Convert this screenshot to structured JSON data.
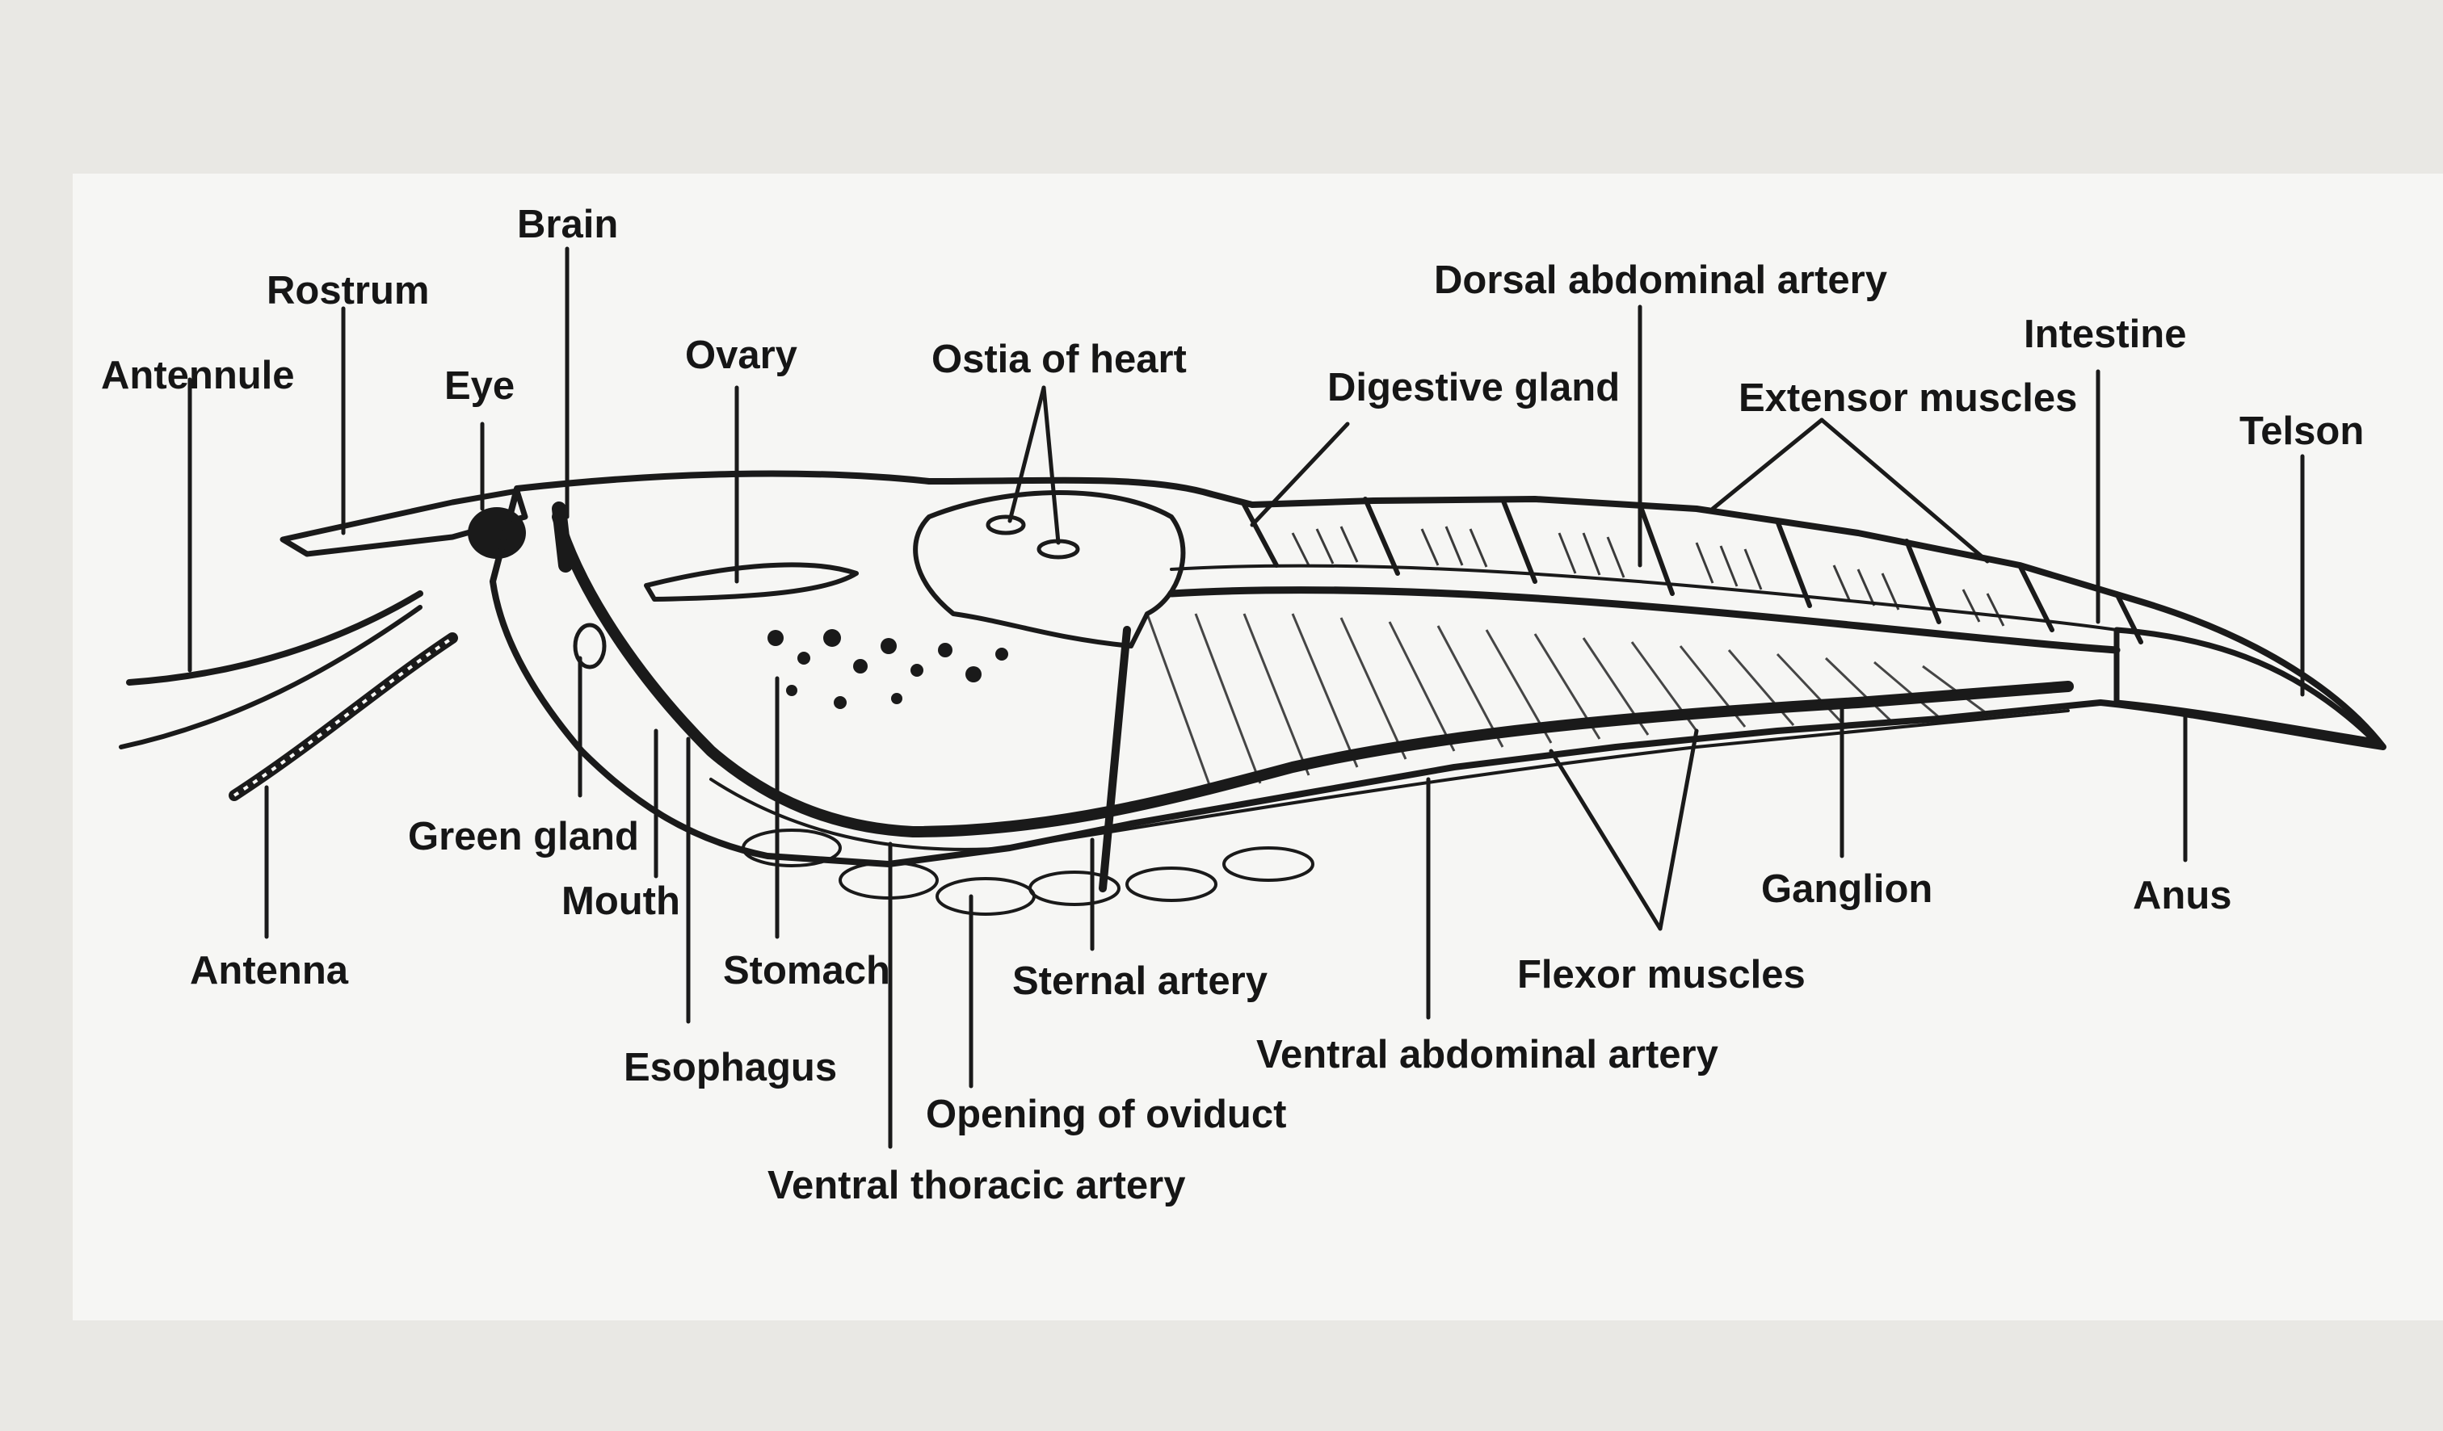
{
  "diagram": {
    "labels": {
      "antennule": "Antennule",
      "rostrum": "Rostrum",
      "brain": "Brain",
      "eye": "Eye",
      "ovary": "Ovary",
      "ostia_of_heart": "Ostia of heart",
      "digestive_gland": "Digestive gland",
      "dorsal_abdominal_artery": "Dorsal abdominal artery",
      "intestine": "Intestine",
      "extensor_muscles": "Extensor muscles",
      "telson": "Telson",
      "green_gland": "Green gland",
      "mouth": "Mouth",
      "antenna": "Antenna",
      "stomach": "Stomach",
      "sternal_artery": "Sternal artery",
      "esophagus": "Esophagus",
      "opening_of_oviduct": "Opening of oviduct",
      "ventral_thoracic_artery": "Ventral thoracic artery",
      "ventral_abdominal_artery": "Ventral abdominal artery",
      "flexor_muscles": "Flexor muscles",
      "ganglion": "Ganglion",
      "anus": "Anus"
    },
    "colors": {
      "background": "#ecebe8",
      "card": "#f6f6f4",
      "ink": "#1a1a1a"
    }
  }
}
